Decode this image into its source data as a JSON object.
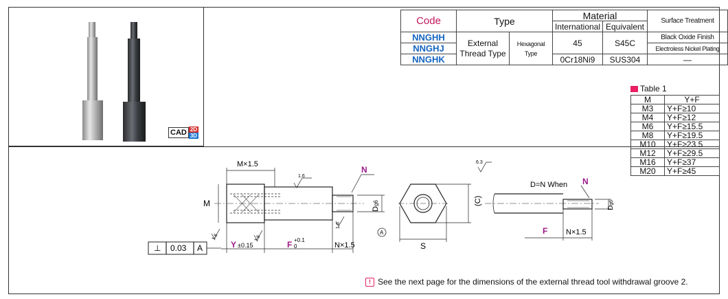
{
  "spec_table": {
    "header": {
      "code": "Code",
      "type": "Type",
      "material": "Material",
      "international": "International",
      "equivalent": "Equivalent",
      "surface_treatment": "Surface Treatment"
    },
    "codes": [
      "NNGHH",
      "NNGHJ",
      "NNGHK"
    ],
    "type_main": "External Thread Type",
    "type_sub": "Hexagonal Type",
    "rows": [
      {
        "international": "45",
        "equivalent": "S45C",
        "surface": "Black Oxide Finish"
      },
      {
        "surface": "Electroless Nickel Plating"
      },
      {
        "international": "0Cr18Ni9",
        "equivalent": "SUS304",
        "surface": "—"
      }
    ]
  },
  "table1": {
    "title": "Table 1",
    "col_m": "M",
    "col_v": "Y+F",
    "rows": [
      {
        "m": "M3",
        "v": "Y+F≥10"
      },
      {
        "m": "M4",
        "v": "Y+F≥12"
      },
      {
        "m": "M6",
        "v": "Y+F≥15.5"
      },
      {
        "m": "M8",
        "v": "Y+F≥19.5"
      },
      {
        "m": "M10",
        "v": "Y+F≥23.5"
      },
      {
        "m": "M12",
        "v": "Y+F≥29.5"
      },
      {
        "m": "M16",
        "v": "Y+F≥37"
      },
      {
        "m": "M20",
        "v": "Y+F≥45"
      }
    ]
  },
  "cad_badge": {
    "cad": "CAD",
    "d2": "2D",
    "d3": "3D"
  },
  "drawing": {
    "m_depth": "M×1.5",
    "m": "M",
    "n": "N",
    "dg6_d": "D",
    "dg6_sub": "g6",
    "roughness_16": "1.6",
    "roughness_63": "6.3",
    "tol_symbol": "⊥",
    "tol_value": "0.03",
    "tol_datum": "A",
    "datum_a": "A",
    "y_tol": "Y",
    "y_tol_value": "±0.15",
    "f_tol": "F",
    "f_tol_upper": "+0.1",
    "f_tol_lower": "0",
    "n_x15": "N×1.5",
    "s": "S",
    "c": "(C)",
    "d_eq_n_when": "D=N When",
    "f": "F",
    "n_x15_b": "N×1.5",
    "n_b": "N"
  },
  "note": "See the next page for the dimensions of the external thread tool withdrawal groove 2.",
  "colors": {
    "accent_pink": "#c2185b",
    "code_blue": "#1565c0",
    "dim_magenta": "#9c1a8a"
  }
}
